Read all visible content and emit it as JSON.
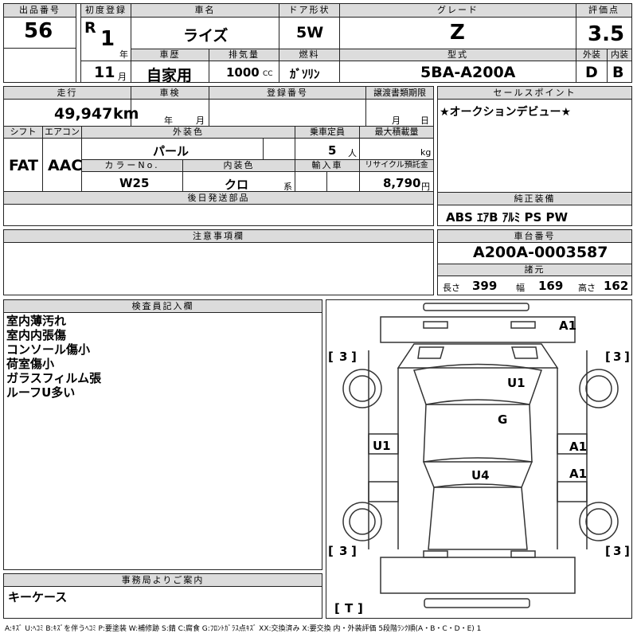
{
  "top": {
    "lot_label": "出品番号",
    "lot": "56",
    "first_reg_label": "初度登録",
    "era": "R",
    "year": "1",
    "year_unit": "年",
    "month": "11",
    "month_unit": "月",
    "name_label": "車名",
    "name": "ライズ",
    "door_label": "ドア形状",
    "door": "5W",
    "grade_label": "グレード",
    "grade": "Z",
    "score_label": "評価点",
    "score": "3.5",
    "history_label": "車歴",
    "history": "自家用",
    "cc_label": "排気量",
    "cc": "1000",
    "cc_unit": "CC",
    "fuel_label": "燃料",
    "fuel": "ｶﾞｿﾘﾝ",
    "model_label": "型式",
    "model": "5BA-A200A",
    "ext_label": "外装",
    "ext": "D",
    "int_label": "内装",
    "int": "B"
  },
  "mid": {
    "mileage_label": "走行",
    "mileage": "49,947",
    "mileage_unit": "km",
    "inspection_label": "車検",
    "insp_year_unit": "年",
    "insp_month_unit": "月",
    "reg_no_label": "登録番号",
    "transfer_label": "譲渡書類期限",
    "transfer_month_unit": "月",
    "transfer_day_unit": "日",
    "shift_label": "シフト",
    "shift": "FAT",
    "ac_label": "エアコン",
    "ac": "AAC",
    "color_label": "外装色",
    "color": "パール",
    "capacity_label": "乗車定員",
    "capacity": "5",
    "capacity_unit": "人",
    "load_label": "最大積載量",
    "load_unit": "kg",
    "color_no_label": "カラーNo.",
    "color_no": "W25",
    "int_color_label": "内装色",
    "int_color": "クロ",
    "int_color_suffix": "系",
    "import_label": "輸入車",
    "recycle_label": "リサイクル預託金",
    "recycle": "8,790",
    "recycle_unit": "円",
    "later_label": "後日発送部品"
  },
  "sales": {
    "label": "セールスポイント",
    "text": "★オークションデビュー★",
    "equip_label": "純正装備",
    "equip": "ABS ｴｱB ｱﾙﾐ PS PW"
  },
  "caution_label": "注意事項欄",
  "chassis": {
    "label": "車台番号",
    "value": "A200A-0003587",
    "spec_label": "諸元",
    "length_label": "長さ",
    "length": "399",
    "width_label": "幅",
    "width": "169",
    "height_label": "高さ",
    "height": "162"
  },
  "inspector": {
    "label": "検査員記入欄",
    "notes": [
      "室内薄汚れ",
      "室内内張傷",
      "コンソール傷小",
      "荷室傷小",
      "ガラスフィルム張",
      "ルーフU多い"
    ]
  },
  "office": {
    "label": "事務局よりご案内",
    "text": "キーケース"
  },
  "diagram": {
    "marks": [
      "A1",
      "U1",
      "G",
      "U1",
      "A1",
      "A1",
      "U4"
    ],
    "tires": [
      "3",
      "3",
      "3",
      "3"
    ],
    "t_mark": "T",
    "bracket_left": "[",
    "bracket_right": "]"
  },
  "legend": "A:ｷｽﾞ U:ﾍｺﾐ B:ｷｽﾞを伴うﾍｺﾐ P:要塗装 W:補修跡 S:錆 C:腐食 G:ﾌﾛﾝﾄｶﾞﾗｽ点ｷｽﾞ XX:交換済み X:要交換 内・外装評価 5段階ﾗﾝｸ順(A・B・C・D・E) 1"
}
